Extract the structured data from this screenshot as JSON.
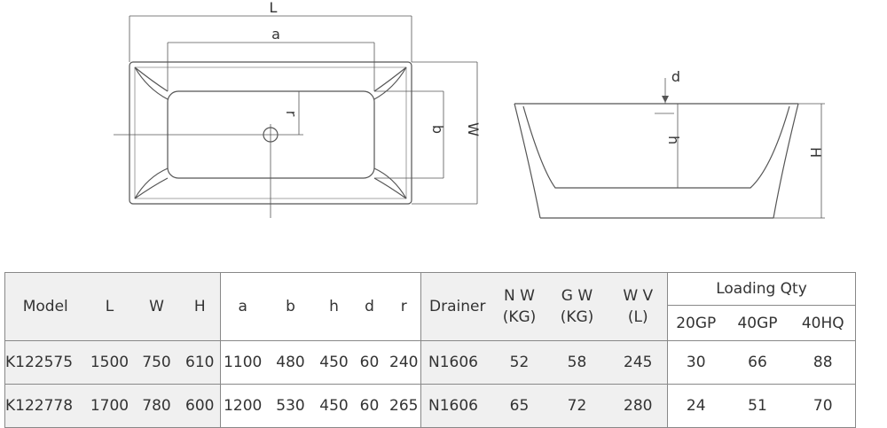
{
  "drawing": {
    "top_view": {
      "labels": {
        "L": "L",
        "a": "a",
        "W": "W",
        "b": "b",
        "r": "r"
      }
    },
    "side_view": {
      "labels": {
        "d": "d",
        "h": "h",
        "H": "H"
      }
    }
  },
  "table": {
    "headers": {
      "model": "Model",
      "L": "L",
      "W": "W",
      "H": "H",
      "a": "a",
      "b": "b",
      "h": "h",
      "d": "d",
      "r": "r",
      "drainer": "Drainer",
      "nw_line1": "N W",
      "nw_line2": "(KG)",
      "gw_line1": "G W",
      "gw_line2": "(KG)",
      "wv_line1": "W V",
      "wv_line2": "(L)",
      "loading_qty": "Loading Qty",
      "q20gp": "20GP",
      "q40gp": "40GP",
      "q40hq": "40HQ"
    },
    "rows": [
      {
        "model": "K122575",
        "L": "1500",
        "W": "750",
        "H": "610",
        "a": "1100",
        "b": "480",
        "h": "450",
        "d": "60",
        "r": "240",
        "drainer": "N1606",
        "nw": "52",
        "gw": "58",
        "wv": "245",
        "q20gp": "30",
        "q40gp": "66",
        "q40hq": "88"
      },
      {
        "model": "K122778",
        "L": "1700",
        "W": "780",
        "H": "600",
        "a": "1200",
        "b": "530",
        "h": "450",
        "d": "60",
        "r": "265",
        "drainer": "N1606",
        "nw": "65",
        "gw": "72",
        "wv": "280",
        "q20gp": "24",
        "q40gp": "51",
        "q40hq": "70"
      }
    ]
  }
}
